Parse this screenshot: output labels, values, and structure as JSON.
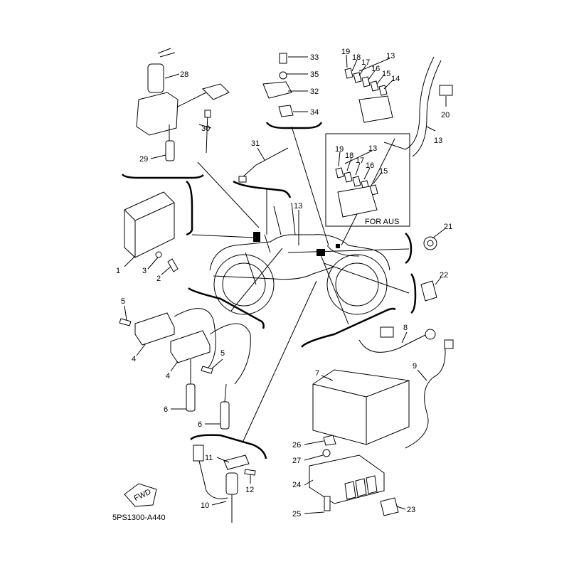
{
  "diagram": {
    "code": "5PS1300-A440",
    "fwd_label": "FWD",
    "inset_label": "FOR AUS",
    "callouts": [
      "1",
      "2",
      "3",
      "4",
      "4",
      "5",
      "5",
      "6",
      "6",
      "7",
      "8",
      "9",
      "10",
      "11",
      "12",
      "13",
      "13",
      "13",
      "13",
      "14",
      "15",
      "15",
      "16",
      "16",
      "17",
      "17",
      "18",
      "18",
      "19",
      "19",
      "20",
      "21",
      "22",
      "23",
      "24",
      "25",
      "26",
      "27",
      "28",
      "29",
      "30",
      "31",
      "32",
      "33",
      "34",
      "35"
    ]
  }
}
